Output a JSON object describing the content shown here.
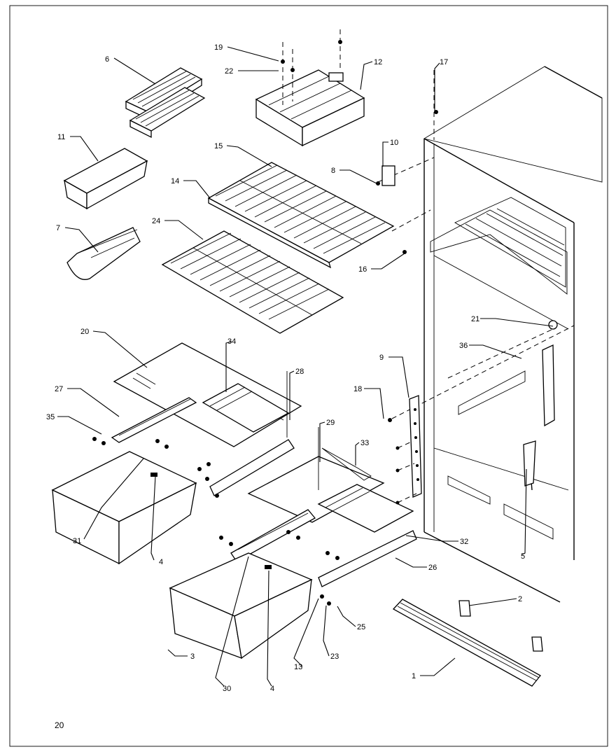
{
  "page_number": "20",
  "callouts": {
    "c1": "1",
    "c2": "2",
    "c3": "3",
    "c4a": "4",
    "c4b": "4",
    "c5": "5",
    "c6": "6",
    "c7": "7",
    "c8": "8",
    "c9": "9",
    "c10": "10",
    "c11": "11",
    "c12": "12",
    "c13": "13",
    "c14": "14",
    "c15": "15",
    "c16": "16",
    "c17": "17",
    "c18": "18",
    "c19": "19",
    "c20": "20",
    "c21": "21",
    "c22": "22",
    "c23": "23",
    "c24": "24",
    "c25": "25",
    "c26": "26",
    "c27": "27",
    "c28": "28",
    "c29": "29",
    "c30": "30",
    "c31": "31",
    "c32": "32",
    "c33": "33",
    "c34": "34",
    "c35": "35",
    "c36": "36"
  }
}
